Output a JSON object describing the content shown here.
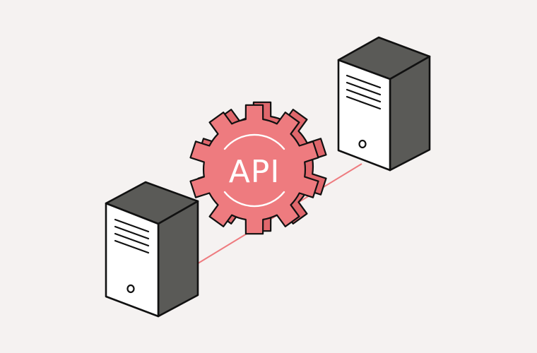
{
  "gear": {
    "label": "API",
    "icon": "gear-icon"
  },
  "servers": [
    {
      "name": "server-left",
      "icon": "server-tower-icon"
    },
    {
      "name": "server-right",
      "icon": "server-tower-icon"
    }
  ],
  "connection": {
    "name": "connection-line"
  },
  "colors": {
    "background": "#f5f2f1",
    "gear_fill": "#ee7b7f",
    "gear_side": "#e0676c",
    "connection": "#ee7b7f",
    "server_front": "#ffffff",
    "server_side": "#5a5a57",
    "outline": "#111111",
    "gear_text": "#ffffff"
  }
}
